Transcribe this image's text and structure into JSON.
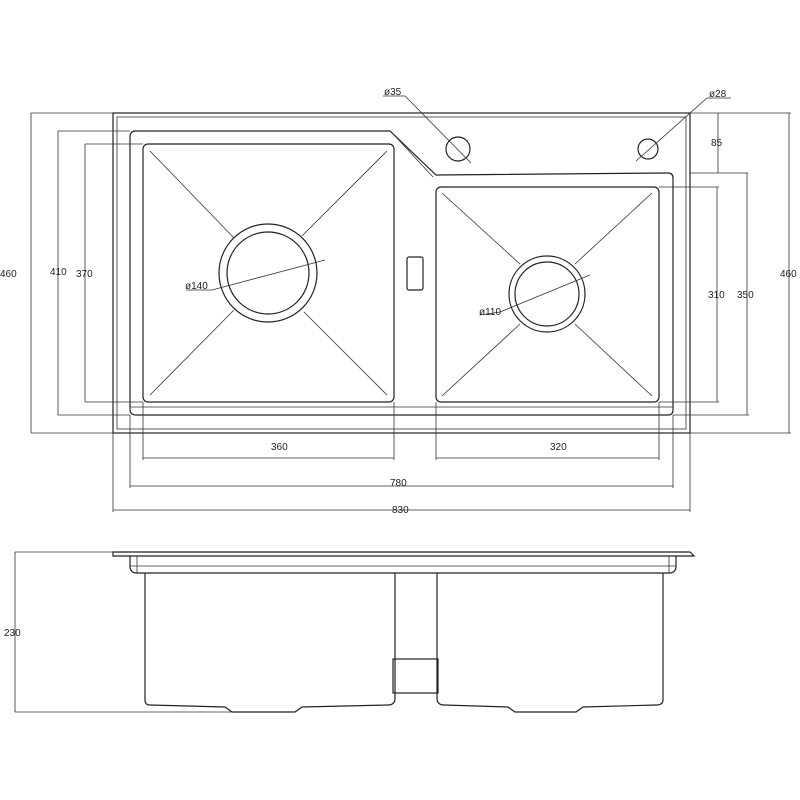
{
  "title": "Double bowl kitchen sink dimension drawing",
  "colors": {
    "line": "#222222",
    "background": "#ffffff"
  },
  "top_view": {
    "dims": {
      "overall_depth_left": "460",
      "rim_depth_left": "410",
      "left_bowl_depth": "370",
      "left_bowl_width": "360",
      "right_bowl_width": "320",
      "rim_width": "780",
      "overall_width": "830",
      "tap_zone": "85",
      "right_bowl_depth": "310",
      "right_rim_depth": "350",
      "overall_depth_right": "460"
    },
    "holes": {
      "tap_hole": "ø35",
      "accessory_hole": "ø28"
    },
    "drains": {
      "left": "ø140",
      "right": "ø110"
    }
  },
  "side_view": {
    "height": "230"
  }
}
